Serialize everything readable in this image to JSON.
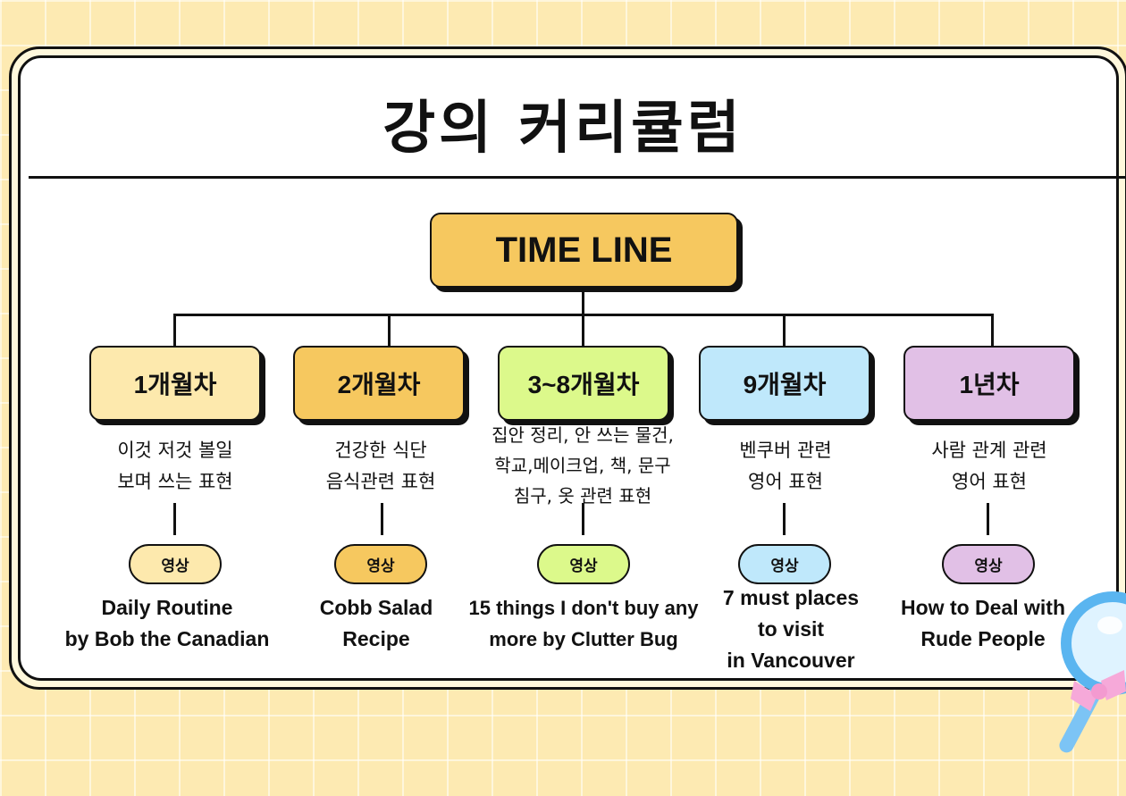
{
  "title": "강의 커리큘럼",
  "timeline": {
    "label": "TIME LINE",
    "color": "#f6c85f"
  },
  "columns": [
    {
      "month": "1개월차",
      "color": "#fde9ad",
      "desc": [
        "이것 저것 볼일",
        "보며 쓰는 표현"
      ],
      "pill": "영상",
      "video": [
        "Daily Routine",
        "by Bob the Canadian"
      ]
    },
    {
      "month": "2개월차",
      "color": "#f6c85f",
      "desc": [
        "건강한 식단",
        "음식관련 표현"
      ],
      "pill": "영상",
      "video": [
        "Cobb Salad",
        "Recipe"
      ]
    },
    {
      "month": "3~8개월차",
      "color": "#dcf98b",
      "desc": [
        "집안 정리, 안 쓰는 물건,",
        "학교,메이크업, 책, 문구",
        "침구, 옷 관련 표현"
      ],
      "pill": "영상",
      "video": [
        "15 things I don't buy any",
        "more by Clutter Bug"
      ]
    },
    {
      "month": "9개월차",
      "color": "#bfe8fb",
      "desc": [
        "벤쿠버 관련",
        "영어 표현"
      ],
      "pill": "영상",
      "video": [
        "7 must places",
        "to visit",
        "in Vancouver"
      ]
    },
    {
      "month": "1년차",
      "color": "#e1c0e6",
      "desc": [
        "사람 관계 관련",
        "영어 표현"
      ],
      "pill": "영상",
      "video": [
        "How to Deal with",
        "Rude People"
      ]
    }
  ]
}
